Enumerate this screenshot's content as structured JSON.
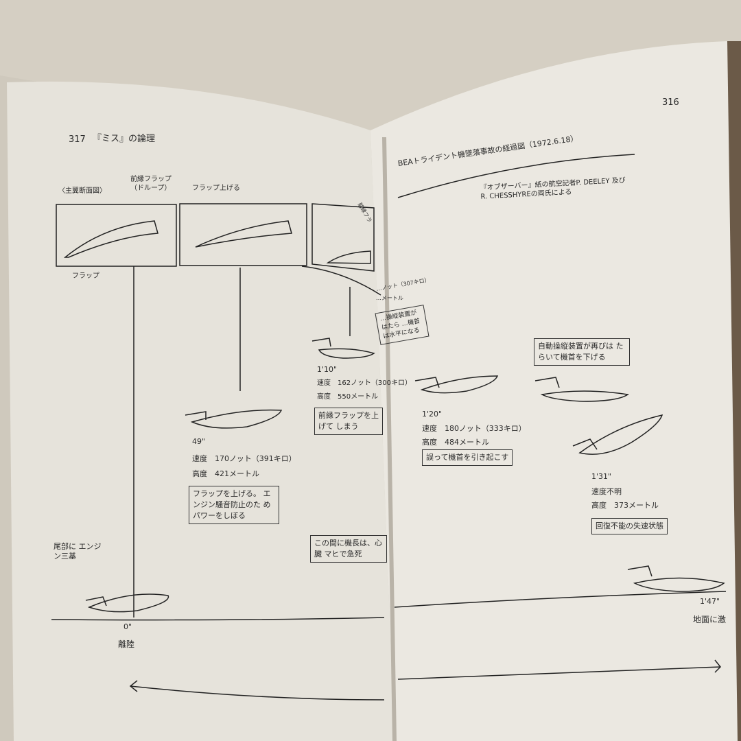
{
  "left_page": {
    "page_number": "317",
    "running_head": "『ミス』の論理",
    "wing_section_label": "〈主翼断面図〉",
    "leading_edge_flap_label": "前縁フラップ（ドループ）",
    "flap_label": "フラップ",
    "flap_up_label": "フラップ上げる",
    "cut_label": "前縁フラ",
    "events": [
      {
        "time": "0\"",
        "caption": "離陸",
        "note": "尾部に エンジン三基"
      },
      {
        "time": "49\"",
        "speed": "速度　170ノット（391キロ）",
        "altitude": "高度　421メートル",
        "box": "フラップを上げる。 エンジン騒音防止のた めパワーをしぼる"
      },
      {
        "time": "1'10\"",
        "speed": "速度　162ノット（300キロ）",
        "altitude": "高度　550メートル",
        "box": "前縁フラップを上げて しまう"
      }
    ],
    "captain_box": "この間に機長は、心臓 マヒで急死"
  },
  "right_page": {
    "page_number": "316",
    "title": "BEAトライデント機墜落事故の経過図（1972.6.18）",
    "source": "『オブザーバー』紙の航空記者P. DEELEY 及びR. CHESSHYREの両氏による",
    "partial_speed": "…ノット（307キロ）",
    "partial_altitude": "…メートル",
    "partial_box": "…操縦装置がはたら …機首は水平になる",
    "events": [
      {
        "time": "1'20\"",
        "speed": "速度　180ノット（333キロ）",
        "altitude": "高度　484メートル",
        "box": "誤って機首を引き起こす"
      },
      {
        "box": "自動操縦装置が再びは たらいて機首を下げる"
      },
      {
        "time": "1'31\"",
        "speed": "速度不明",
        "altitude": "高度　373メートル",
        "box": "回復不能の失速状態"
      },
      {
        "time": "1'47\"",
        "caption": "地面に激"
      }
    ]
  },
  "colors": {
    "paper": "#e8e5dd",
    "ink": "#2a2a2a",
    "backdrop": "#6b5a48"
  }
}
